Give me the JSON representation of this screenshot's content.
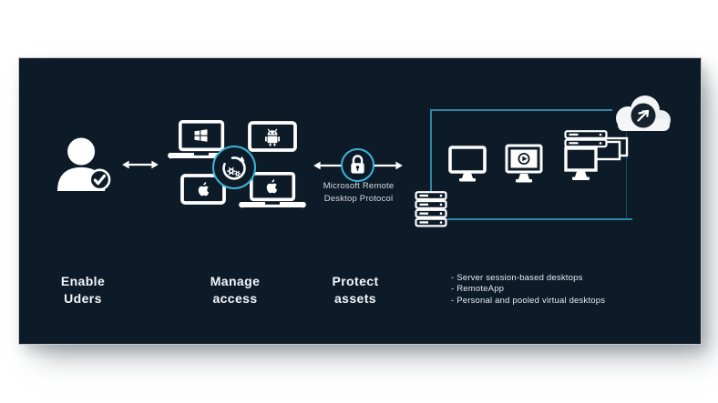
{
  "slide": {
    "type": "architecture-diagram",
    "colors": {
      "page_bg": "#ffffff",
      "slide_bg": "#0d1b29",
      "connector_blue": "#2f85a6",
      "ring_cyan": "#3fb3d6",
      "icon_white": "#ffffff",
      "cloud_white": "#f3f5f6"
    }
  },
  "steps": [
    {
      "label": "Enable\nUders"
    },
    {
      "label": "Manage\naccess"
    },
    {
      "label": "Protect\nassets"
    }
  ],
  "protocol": {
    "label": "Microsoft Remote\nDesktop Protocol"
  },
  "bullets": [
    "- Server session-based desktops",
    "- RemoteApp",
    "- Personal and pooled virtual desktops"
  ],
  "icons": {
    "user": "user-check-icon",
    "arrow_left": "double-arrow-icon",
    "windows_laptop": "laptop-windows-icon",
    "android_tablet": "tablet-android-icon",
    "apple_tablet": "tablet-apple-icon",
    "apple_laptop": "laptop-apple-icon",
    "sync": "sync-gears-icon",
    "lock": "lock-icon",
    "cloud": "cloud-remote-desktop-icon",
    "server": "server-rack-icon",
    "desktop": "monitor-icon",
    "media": "monitor-play-icon",
    "virtual_desktops": "stacked-desktops-icon"
  }
}
